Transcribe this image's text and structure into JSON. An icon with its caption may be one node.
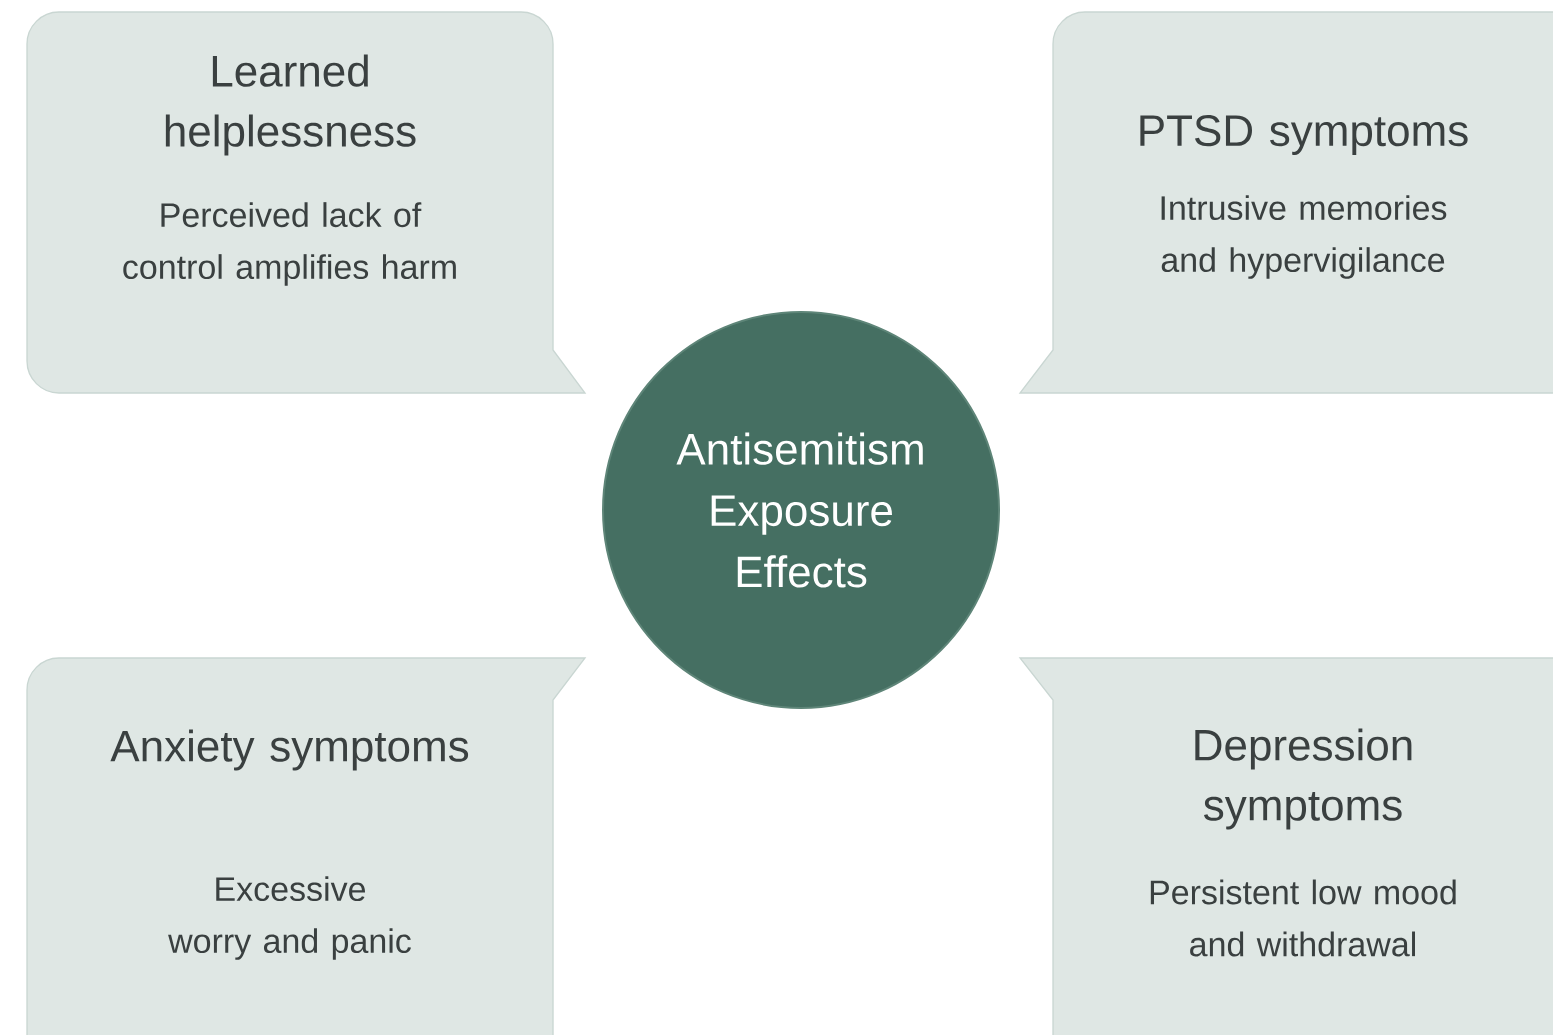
{
  "diagram": {
    "nodes": [
      {
        "text": [
          "Learned helplessness",
          "Perceived lack of control amplifies harm"
        ]
      },
      {
        "text": [
          "PTSD symptoms",
          "Intrusive memories and hypervigilance"
        ]
      },
      {
        "text": [
          "Antisemitism Exposure Effects"
        ]
      },
      {
        "text": [
          "Anxiety symptoms",
          "Excessive worry and panic"
        ]
      },
      {
        "text": [
          "Depression symptoms",
          "Persistent low mood and withdrawal"
        ]
      }
    ]
  }
}
